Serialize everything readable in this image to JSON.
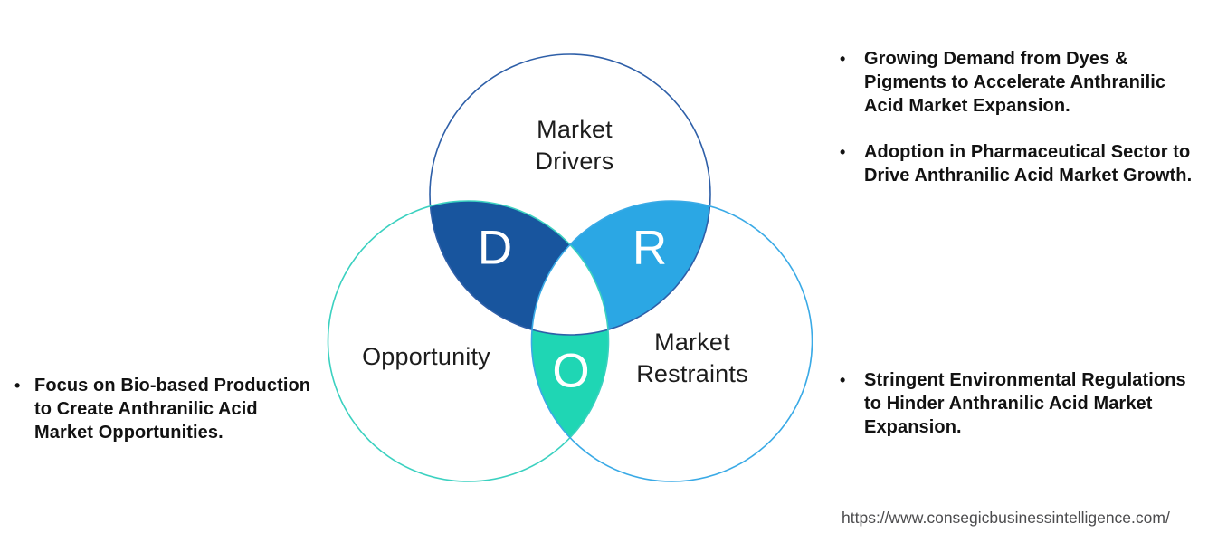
{
  "diagram": {
    "drivers": {
      "label": "Market\nDrivers",
      "letter": "D"
    },
    "opportunity": {
      "label": "Opportunity",
      "letter": "O"
    },
    "restraints": {
      "label": "Market\nRestraints",
      "letter": "R"
    },
    "colors": {
      "drivers_intersection": "#18559E",
      "restraints_intersection": "#2BA7E4",
      "opportunity_intersection": "#1FD6B4",
      "drivers_outline": "#2E5FA8",
      "opportunity_outline": "#3BD1C0",
      "restraints_outline": "#3AAAE6"
    }
  },
  "bullets": {
    "marker": "•",
    "right_top": [
      {
        "text": "Growing Demand from Dyes &\nPigments to Accelerate Anthranilic\nAcid Market Expansion."
      },
      {
        "text": "Adoption in Pharmaceutical Sector to\nDrive Anthranilic Acid Market Growth."
      }
    ],
    "left": [
      {
        "text": "Focus on Bio-based Production\nto Create Anthranilic Acid\nMarket Opportunities."
      }
    ],
    "right_bottom": [
      {
        "text": "Stringent Environmental Regulations\nto Hinder Anthranilic Acid Market\nExpansion."
      }
    ]
  },
  "footer": {
    "url": "https://www.consegicbusinessintelligence.com/"
  }
}
